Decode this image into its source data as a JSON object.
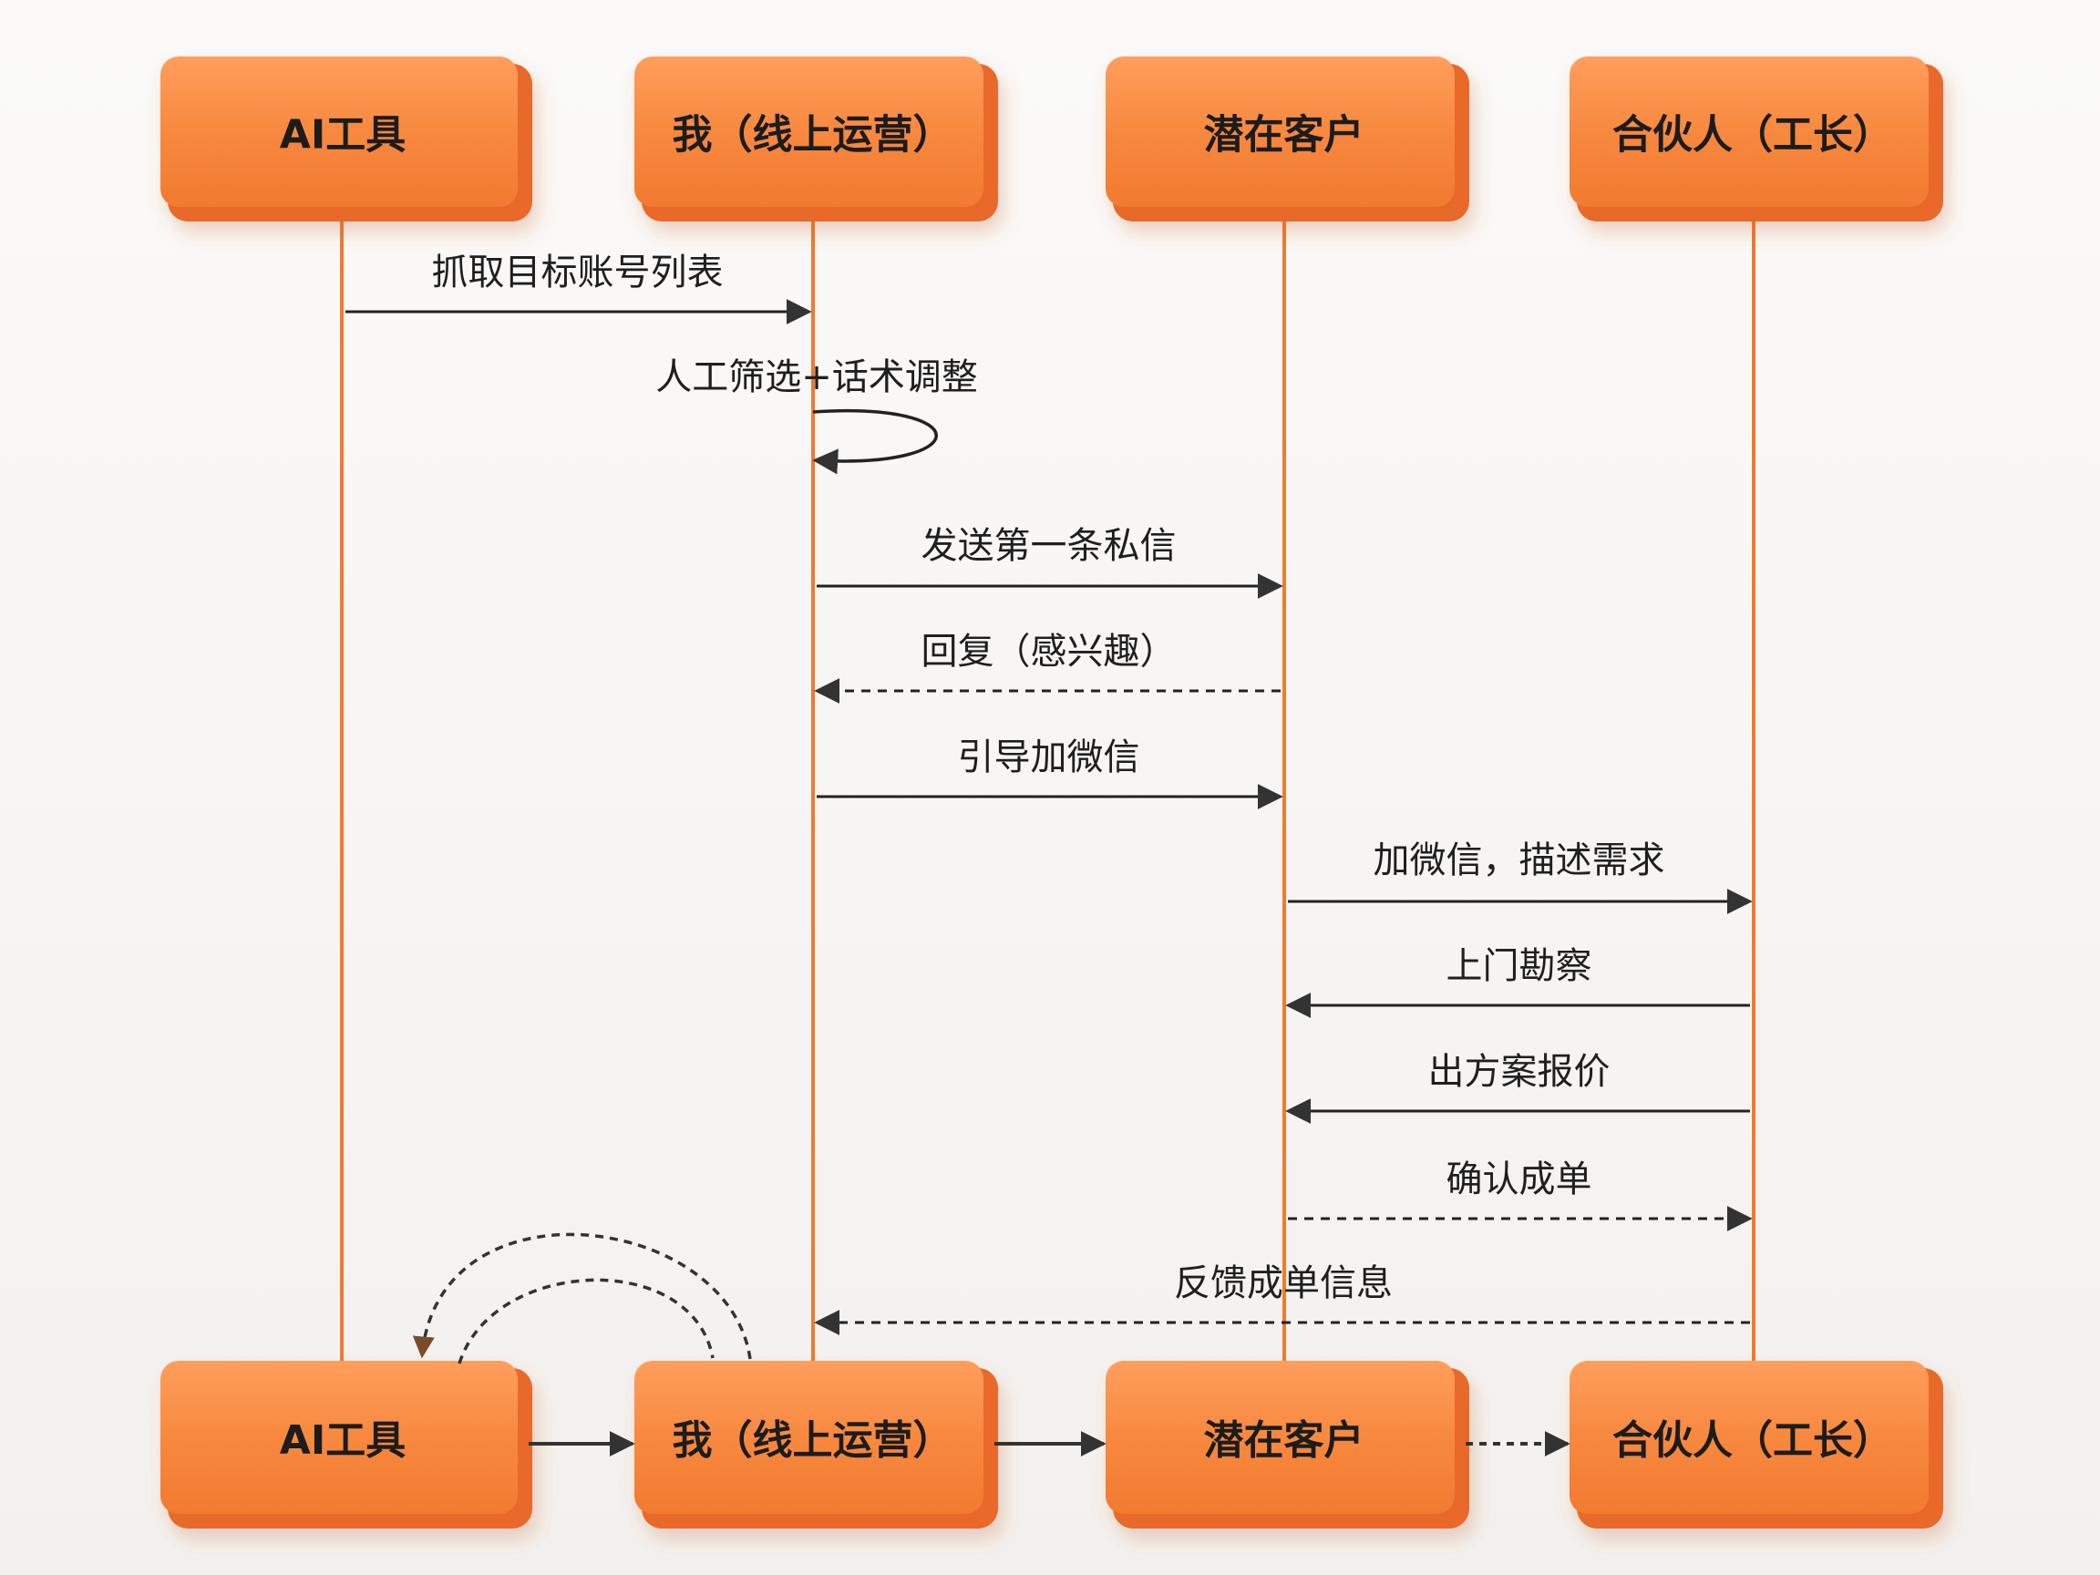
{
  "participants": [
    {
      "label": "AI工具"
    },
    {
      "label": "我（线上运营）"
    },
    {
      "label": "潜在客户"
    },
    {
      "label": "合伙人（工长）"
    }
  ],
  "messages": [
    {
      "label": "抓取目标账号列表",
      "from": 0,
      "to": 1,
      "style": "solid"
    },
    {
      "label": "人工筛选+话术调整",
      "from": 1,
      "to": 1,
      "style": "self"
    },
    {
      "label": "发送第一条私信",
      "from": 1,
      "to": 2,
      "style": "solid"
    },
    {
      "label": "回复（感兴趣）",
      "from": 2,
      "to": 1,
      "style": "dashed"
    },
    {
      "label": "引导加微信",
      "from": 1,
      "to": 2,
      "style": "solid"
    },
    {
      "label": "加微信，描述需求",
      "from": 2,
      "to": 3,
      "style": "solid"
    },
    {
      "label": "上门勘察",
      "from": 3,
      "to": 2,
      "style": "solid"
    },
    {
      "label": "出方案报价",
      "from": 3,
      "to": 2,
      "style": "solid"
    },
    {
      "label": "确认成单",
      "from": 2,
      "to": 3,
      "style": "dashed"
    },
    {
      "label": "反馈成单信息",
      "from": 3,
      "to": 1,
      "style": "dashed"
    }
  ],
  "bottom_flow": [
    {
      "from": 0,
      "to": 1,
      "style": "solid"
    },
    {
      "from": 1,
      "to": 2,
      "style": "solid"
    },
    {
      "from": 2,
      "to": 3,
      "style": "dashed"
    }
  ],
  "colors": {
    "box": "#f7893f",
    "box_dark": "#e8692a",
    "lifeline": "#f07a30",
    "arrow": "#333333"
  }
}
